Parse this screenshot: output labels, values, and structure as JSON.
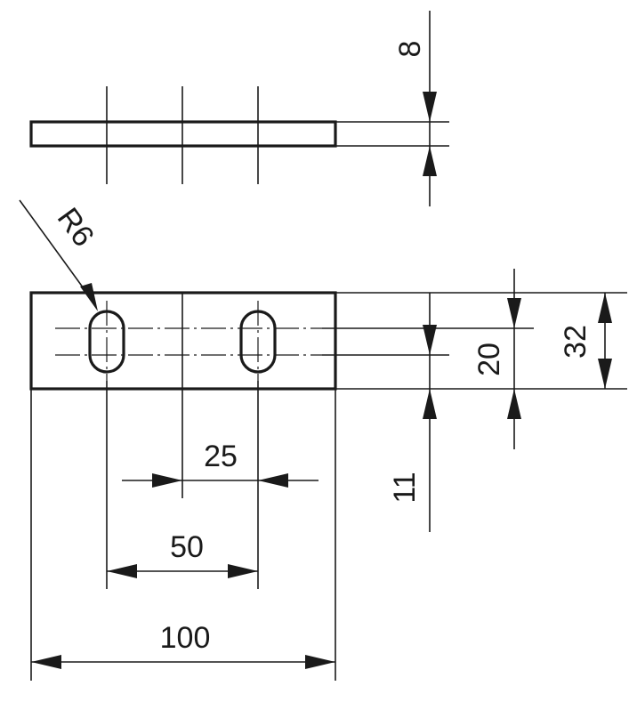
{
  "dimensions": {
    "thickness": "8",
    "radius": "R6",
    "slot_pitch_small": "25",
    "slot_pitch": "50",
    "overall_length": "100",
    "slot_span": "20",
    "overall_height": "32",
    "edge_offset": "11"
  }
}
